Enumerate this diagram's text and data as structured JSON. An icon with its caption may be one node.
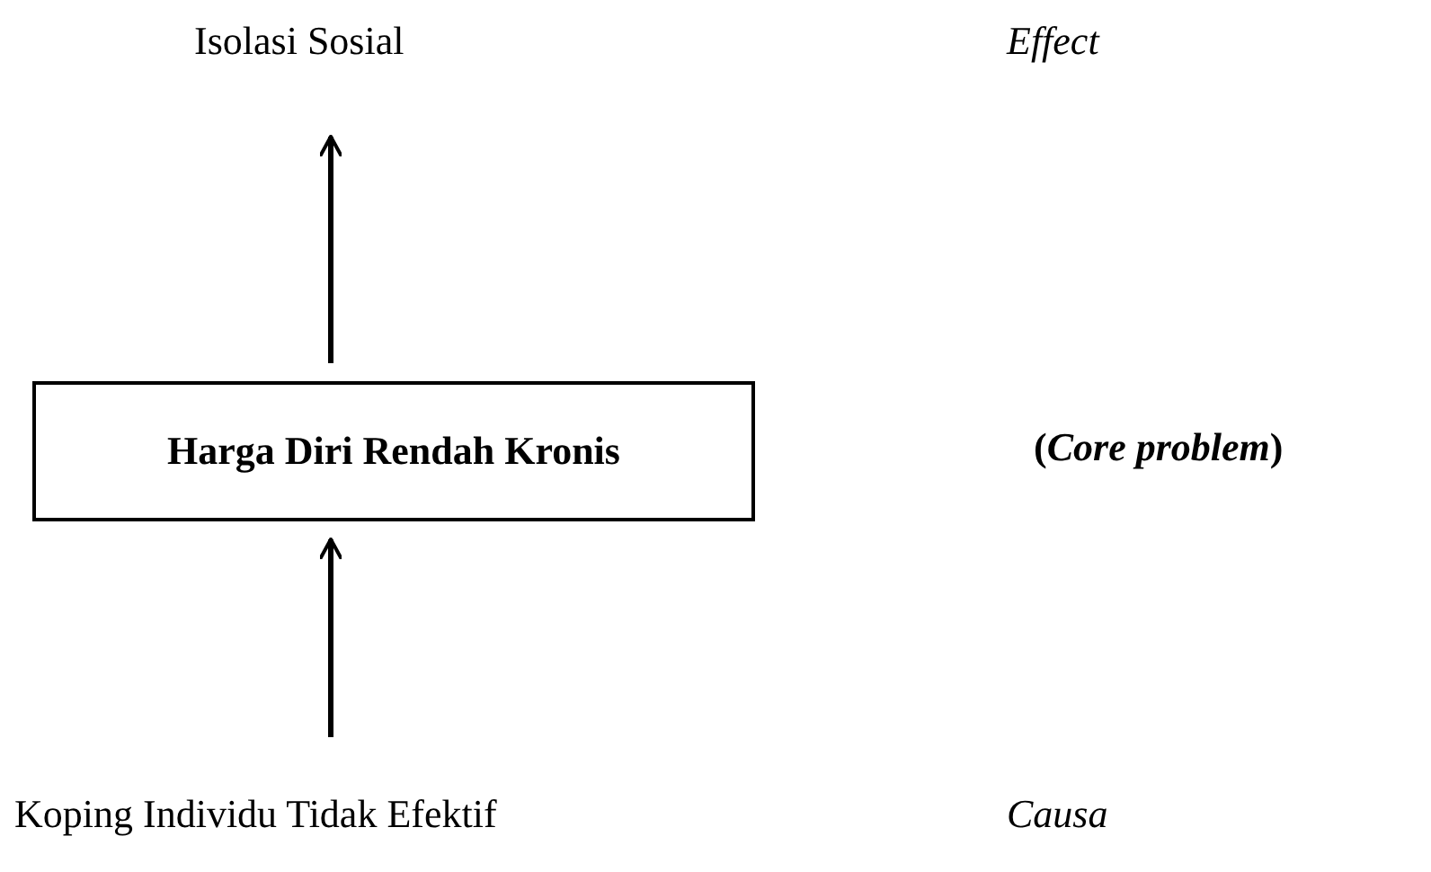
{
  "diagram": {
    "nodes": [
      {
        "text": [
          "Isolasi Sosial"
        ]
      },
      {
        "text": [
          "Harga Diri Rendah Kronis"
        ]
      },
      {
        "text": [
          "Koping Individu Tidak Efektif"
        ]
      }
    ],
    "edges": [
      {
        "from": 1,
        "to": 0,
        "arrow": "to"
      },
      {
        "from": 2,
        "to": 1,
        "arrow": "to"
      }
    ],
    "labels": [
      "Effect",
      "(*Core problem*)",
      "Causa"
    ]
  }
}
